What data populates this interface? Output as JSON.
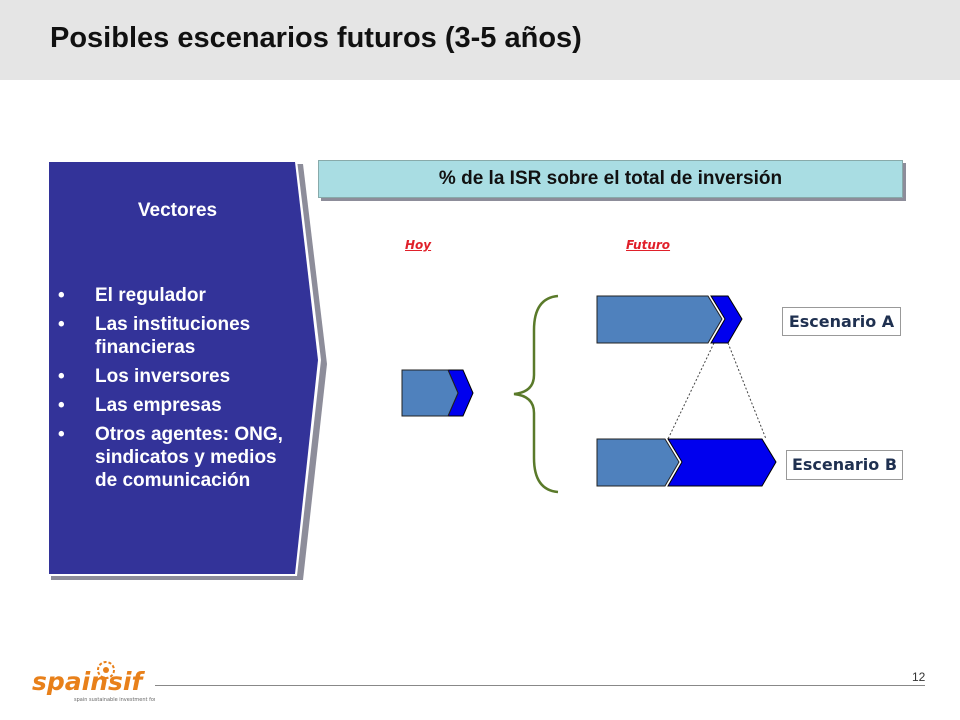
{
  "slide": {
    "title": "Posibles escenarios futuros (3-5 años)",
    "page_number": "12"
  },
  "vectors": {
    "title": "Vectores",
    "items": [
      "El regulador",
      "Las instituciones financieras",
      "Los inversores",
      "Las empresas",
      "Otros agentes: ONG, sindicatos y medios de comunicación"
    ]
  },
  "isr": {
    "banner": "% de la ISR sobre el total de inversión",
    "label_now": "Hoy",
    "label_future": "Futuro",
    "scenario_a": "Escenario A",
    "scenario_b": "Escenario B"
  },
  "logo": {
    "text": "spainsif",
    "tagline": "spain sustainable investment forum"
  },
  "colors": {
    "vector_panel": "#333399",
    "arrow_steel": "#4f81bd",
    "arrow_blue": "#0000ee",
    "banner": "#a9dde3",
    "brace": "#5a7a2a",
    "label_red": "#e0202a",
    "logo_orange": "#e8801a"
  }
}
